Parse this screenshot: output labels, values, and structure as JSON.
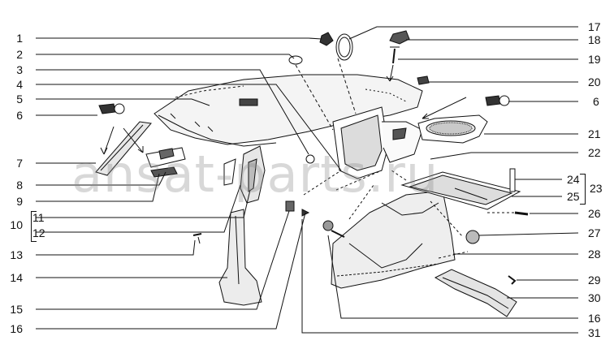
{
  "watermark": "ansat-parts.ru",
  "callouts_left": {
    "1": "1",
    "2": "2",
    "3": "3",
    "4": "4",
    "5": "5",
    "6": "6",
    "7": "7",
    "8": "8",
    "9": "9",
    "10": "10",
    "11": "11",
    "12": "12",
    "13": "13",
    "14": "14",
    "15": "15",
    "16": "16"
  },
  "callouts_right": {
    "17": "17",
    "18": "18",
    "19": "19",
    "20": "20",
    "6": "6",
    "21": "21",
    "22": "22",
    "24": "24",
    "25": "25",
    "23": "23",
    "26": "26",
    "27": "27",
    "28": "28",
    "29": "29",
    "30": "30",
    "16": "16",
    "31": "31"
  },
  "colors": {
    "line": "#111111",
    "fill": "#ffffff",
    "shade": "#9a9a9a",
    "watermark": "#8a8a8a"
  }
}
